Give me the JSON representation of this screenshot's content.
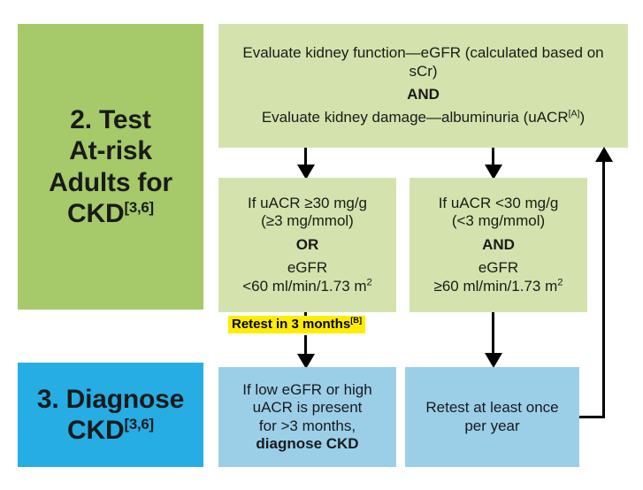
{
  "colors": {
    "stage_green": "#a6c96a",
    "stage_blue": "#25ade4",
    "flow_green": "#d4e3ad",
    "flow_blue": "#9bcfe8",
    "highlight_yellow": "#ffed00",
    "text": "#1a1a1a",
    "connector": "#000000",
    "background": "#ffffff"
  },
  "stages": {
    "step2": {
      "number_and_title": "2. Test",
      "line2": "At-risk",
      "line3": "Adults for",
      "line4": "CKD",
      "reference": "[3,6]"
    },
    "step3": {
      "line1": "3. Diagnose",
      "line2": "CKD",
      "reference": "[3,6]"
    }
  },
  "flow": {
    "evaluate_box": {
      "line1": "Evaluate kidney function—eGFR (calculated based on sCr)",
      "connector": "AND",
      "line2_pre": "Evaluate kidney damage—albuminuria (uACR",
      "line2_note": "[A]",
      "line2_post": ")"
    },
    "branch_left": {
      "line1": "If uACR ≥30 mg/g",
      "line2": "(≥3 mg/mmol)",
      "connector": "OR",
      "line3": "eGFR",
      "line4_pre": "<60 ml/min/1.73 m",
      "line4_sup": "2"
    },
    "branch_right": {
      "line1": "If uACR <30 mg/g",
      "line2": "(<3 mg/mmol)",
      "connector": "AND",
      "line3": "eGFR",
      "line4_pre": "≥60 ml/min/1.73 m",
      "line4_sup": "2"
    },
    "retest_label": {
      "text": "Retest in 3 months",
      "note": "[B]"
    },
    "outcome_left": {
      "line1": "If low eGFR or high",
      "line2": "uACR is present",
      "line3": "for >3 months,",
      "line4": "diagnose CKD"
    },
    "outcome_right": {
      "line1": "Retest at least once",
      "line2": "per year"
    }
  }
}
